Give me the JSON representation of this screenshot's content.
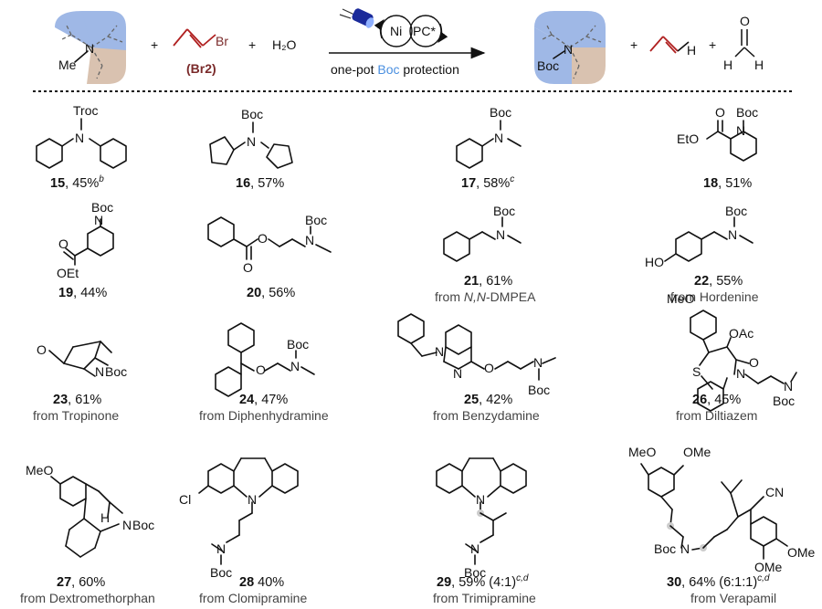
{
  "reaction": {
    "plus": "+",
    "reagent_label": "(Br2)",
    "reagent_atom": "Br",
    "water": "H₂O",
    "catalyst_ni": "Ni",
    "catalyst_pc": "PC*",
    "condition_pre": "one-pot ",
    "condition_boc": "Boc",
    "condition_post": " protection",
    "methyl": "Me",
    "nitrogen": "N",
    "boc": "Boc",
    "product_h": "H",
    "formaldehyde_o": "O",
    "formaldehyde_h1": "H",
    "formaldehyde_h2": "H"
  },
  "colors": {
    "blue_region": "#9fb8e6",
    "tan_region": "#d9c2b0",
    "boc": "#4a8fe0",
    "nitrogen": "#1f2f8a",
    "bromide": "#7a2a2a",
    "propene": "#b02020",
    "lamp": "#1a2a9a"
  },
  "compounds": [
    {
      "id": "15",
      "yield": ", 45%",
      "sup": "b",
      "source": "",
      "group": "Troc"
    },
    {
      "id": "16",
      "yield": ", 57%",
      "sup": "",
      "source": "",
      "group": "Boc"
    },
    {
      "id": "17",
      "yield": ", 58%",
      "sup": "c",
      "source": "",
      "group": "Boc"
    },
    {
      "id": "18",
      "yield": ", 51%",
      "sup": "",
      "source": "",
      "group": "Boc",
      "extra": "EtO",
      "extra2": "O"
    },
    {
      "id": "19",
      "yield": ", 44%",
      "sup": "",
      "source": "",
      "group": "Boc",
      "extra": "OEt",
      "extra2": "O"
    },
    {
      "id": "20",
      "yield": ", 56%",
      "sup": "",
      "source": "",
      "group": "Boc",
      "extra": "O",
      "extra2": "O"
    },
    {
      "id": "21",
      "yield": ", 61%",
      "sup": "",
      "source_pre": "from ",
      "source_it": "N,N",
      "source_post": "-DMPEA",
      "group": "Boc"
    },
    {
      "id": "22",
      "yield": ", 55%",
      "sup": "",
      "source": "from Hordenine",
      "group": "Boc",
      "extra": "HO"
    },
    {
      "id": "23",
      "yield": ", 61%",
      "sup": "",
      "source": "from Tropinone",
      "group": "Boc",
      "extra": "O"
    },
    {
      "id": "24",
      "yield": ", 47%",
      "sup": "",
      "source": "from Diphenhydramine",
      "group": "Boc",
      "extra": "O"
    },
    {
      "id": "25",
      "yield": ", 42%",
      "sup": "",
      "source": "from Benzydamine",
      "group": "Boc",
      "extra": "O"
    },
    {
      "id": "26",
      "yield": ", 45%",
      "sup": "",
      "source": "from Diltiazem",
      "group": "Boc",
      "extra": "MeO",
      "extra2": "OAc",
      "extra3": "O",
      "extra4": "S"
    },
    {
      "id": "27",
      "yield": ", 60%",
      "sup": "",
      "source": "from Dextromethorphan",
      "group": "Boc",
      "extra": "MeO",
      "extra2": "H"
    },
    {
      "id": "28",
      "yield": " 40%",
      "sup": "",
      "source": "from Clomipramine",
      "group": "Boc",
      "extra": "Cl"
    },
    {
      "id": "29",
      "yield": ", 59% (4:1)",
      "sup": "c,d",
      "source": "from Trimipramine",
      "group": "Boc"
    },
    {
      "id": "30",
      "yield": ", 64% (6:1:1)",
      "sup": "c,d",
      "source": "from Verapamil",
      "group": "Boc",
      "extra": "OMe",
      "extra2": "CN"
    }
  ]
}
